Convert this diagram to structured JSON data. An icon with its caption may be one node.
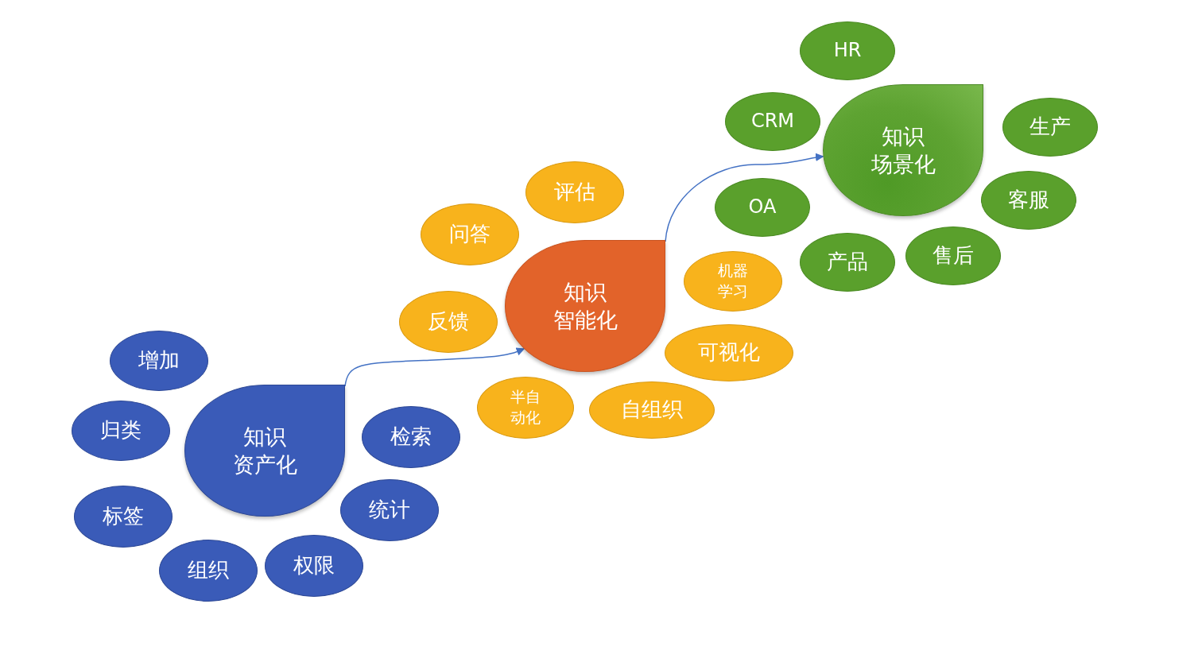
{
  "diagram": {
    "nodes": [
      {
        "text": [
          "知识资产化"
        ]
      },
      {
        "text": [
          "增加"
        ]
      },
      {
        "text": [
          "归类"
        ]
      },
      {
        "text": [
          "标签"
        ]
      },
      {
        "text": [
          "组织"
        ]
      },
      {
        "text": [
          "权限"
        ]
      },
      {
        "text": [
          "统计"
        ]
      },
      {
        "text": [
          "检索"
        ]
      },
      {
        "text": [
          "知识智能化"
        ]
      },
      {
        "text": [
          "评估"
        ]
      },
      {
        "text": [
          "问答"
        ]
      },
      {
        "text": [
          "反馈"
        ]
      },
      {
        "text": [
          "机器学习"
        ]
      },
      {
        "text": [
          "可视化"
        ]
      },
      {
        "text": [
          "半自动化"
        ]
      },
      {
        "text": [
          "自组织"
        ]
      },
      {
        "text": [
          "知识场景化"
        ]
      },
      {
        "text": [
          "HR"
        ]
      },
      {
        "text": [
          "CRM"
        ]
      },
      {
        "text": [
          "生产"
        ]
      },
      {
        "text": [
          "OA"
        ]
      },
      {
        "text": [
          "客服"
        ]
      },
      {
        "text": [
          "产品"
        ]
      },
      {
        "text": [
          "售后"
        ]
      }
    ],
    "edges": [
      {
        "from": 0,
        "to": 8,
        "arrow": "to"
      },
      {
        "from": 8,
        "to": 16,
        "arrow": "to"
      }
    ]
  }
}
